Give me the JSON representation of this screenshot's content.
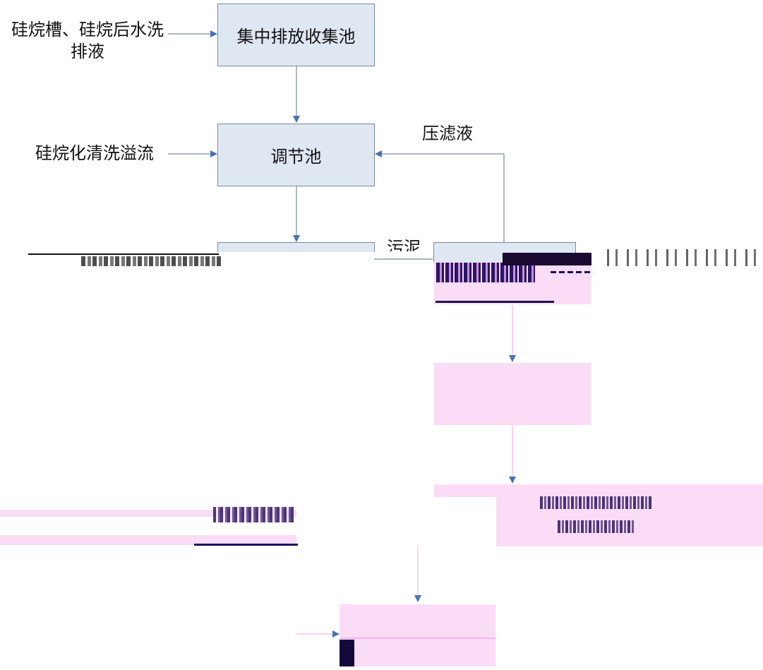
{
  "nodes": {
    "collection_pool": "集中排放收集池",
    "regulating_pool": "调节池"
  },
  "inputs": {
    "silane_tank_line1": "硅烷槽、硅烷后水洗",
    "silane_tank_line2": "排液",
    "silane_overflow": "硅烷化清洗溢流"
  },
  "edge_labels": {
    "filtrate": "压滤液",
    "sludge": "污泥"
  },
  "colors": {
    "box_fill": "#dfe7f3",
    "box_border": "#7a8aa0",
    "arrow": "#4a72b8",
    "corruption_pink": "#fadcf6",
    "corruption_navy": "#1a1060"
  }
}
